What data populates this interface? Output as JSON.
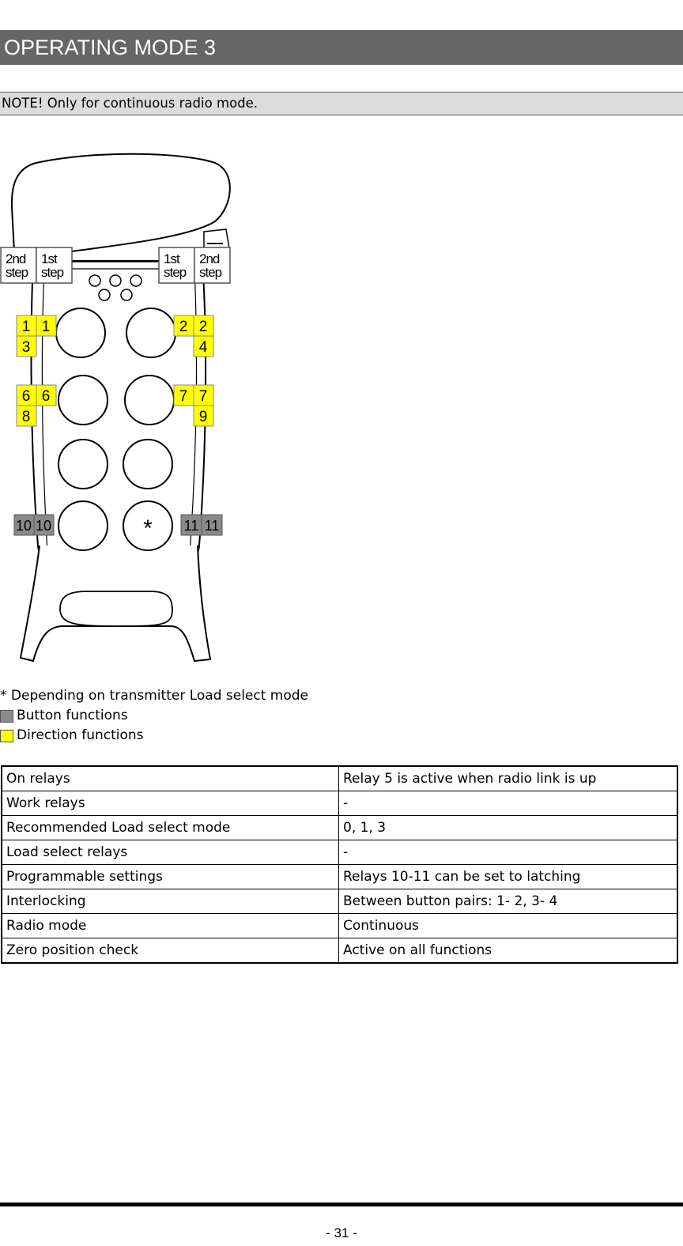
{
  "title": "OPERATING MODE 3",
  "note": "NOTE! Only for continuous radio mode.",
  "diagram": {
    "left_step_labels": [
      [
        "2nd",
        "step"
      ],
      [
        "1st",
        "step"
      ]
    ],
    "right_step_labels": [
      [
        "1st",
        "step"
      ],
      [
        "2nd",
        "step"
      ]
    ],
    "direction_labels": {
      "row1_left": [
        "1",
        "1"
      ],
      "row1_left_below": "3",
      "row1_right": [
        "2",
        "2"
      ],
      "row1_right_below": "4",
      "row2_left": [
        "6",
        "6"
      ],
      "row2_left_below": "8",
      "row2_right": [
        "7",
        "7"
      ],
      "row2_right_below": "9"
    },
    "button_labels": {
      "left": [
        "10",
        "10"
      ],
      "right": [
        "11",
        "11"
      ]
    },
    "star": "*",
    "colors": {
      "direction": "#ffff00",
      "button": "#8a8a8a"
    }
  },
  "legend": {
    "footnote": "* Depending on transmitter Load select mode",
    "button_functions": "Button functions",
    "direction_functions": "Direction functions"
  },
  "table": [
    [
      "On relays",
      "Relay 5 is active when radio link is up"
    ],
    [
      "Work relays",
      "-"
    ],
    [
      "Recommended Load select mode",
      "0, 1, 3"
    ],
    [
      "Load select relays",
      "-"
    ],
    [
      "Programmable settings",
      "Relays 10-11 can be set to latching"
    ],
    [
      "Interlocking",
      "Between button pairs: 1- 2, 3- 4"
    ],
    [
      "Radio mode",
      "Continuous"
    ],
    [
      "Zero position check",
      "Active on all functions"
    ]
  ],
  "page_number": "- 31 -"
}
